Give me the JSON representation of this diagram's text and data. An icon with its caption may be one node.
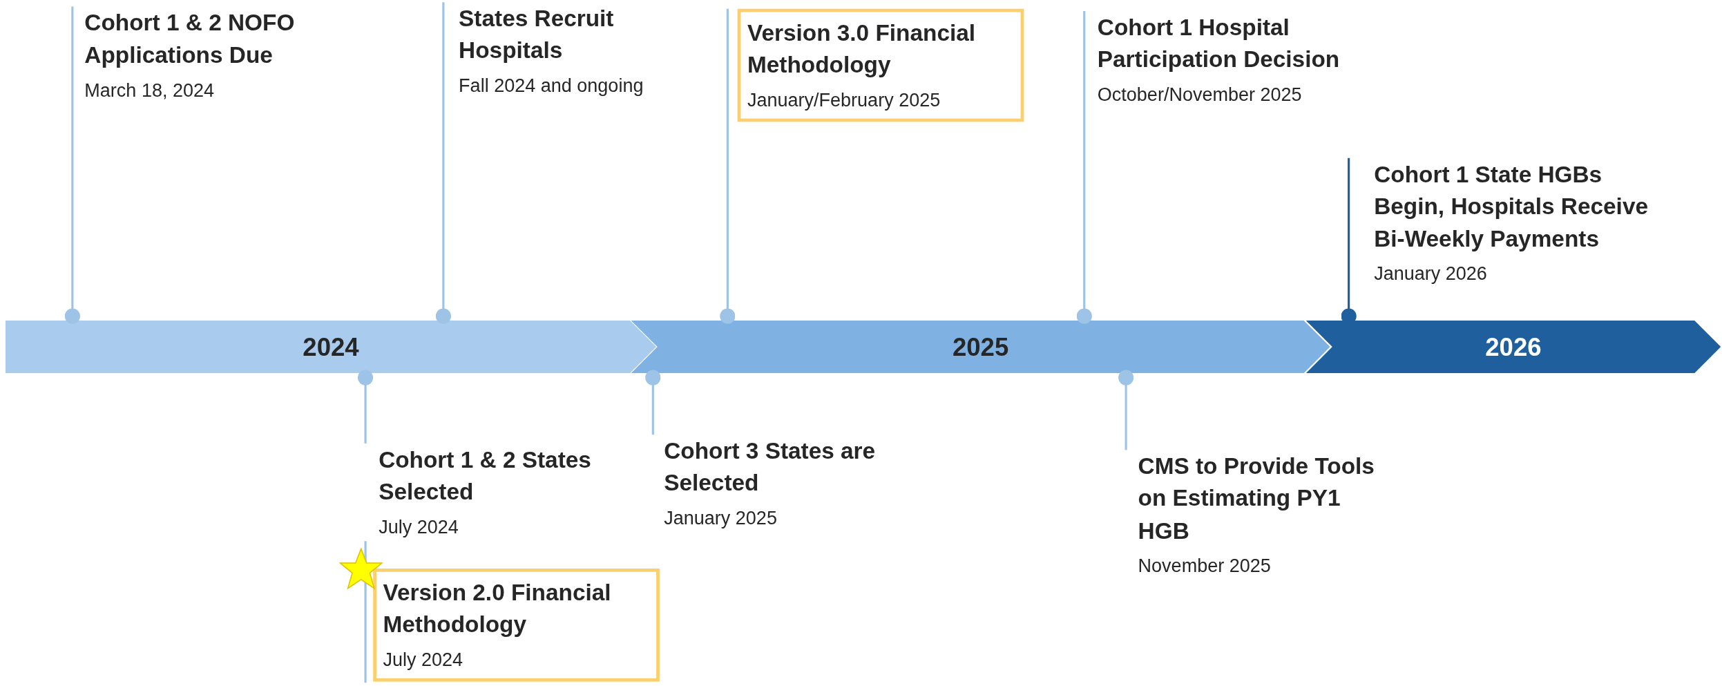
{
  "diagram": {
    "nodes": [
      {
        "text": [
          "2024"
        ]
      },
      {
        "text": [
          "2025"
        ]
      },
      {
        "text": [
          "2026"
        ]
      },
      {
        "text": [
          "Cohort 1 & 2 NOFO Applications Due",
          "March 18, 2024"
        ]
      },
      {
        "text": [
          "States Recruit Hospitals",
          "Fall 2024 and ongoing"
        ]
      },
      {
        "text": [
          "Version 3.0 Financial Methodology",
          "January/February 2025"
        ]
      },
      {
        "text": [
          "Cohort 1 Hospital Participation Decision",
          "October/November 2025"
        ]
      },
      {
        "text": [
          "Cohort 1 State HGBs Begin, Hospitals Receive Bi-Weekly Payments",
          "January 2026"
        ]
      },
      {
        "text": [
          "Cohort 1 & 2 States Selected",
          "July 2024"
        ]
      },
      {
        "text": [
          "Cohort 3 States are Selected",
          "January 2025"
        ]
      },
      {
        "text": [
          "CMS to Provide Tools on Estimating PY1 HGB",
          "November 2025"
        ]
      },
      {
        "text": [
          "Version 2.0 Financial Methodology",
          "July 2024"
        ]
      }
    ],
    "edges": [
      {
        "from": 3,
        "to": 0,
        "arrow": "other"
      },
      {
        "from": 4,
        "to": 0,
        "arrow": "other"
      },
      {
        "from": 5,
        "to": 1,
        "arrow": "other"
      },
      {
        "from": 6,
        "to": 1,
        "arrow": "other"
      },
      {
        "from": 7,
        "to": 2,
        "arrow": "other",
        "color": "#1f5f9e"
      },
      {
        "from": 8,
        "to": 0,
        "arrow": "other"
      },
      {
        "from": 9,
        "to": 1,
        "arrow": "other"
      },
      {
        "from": 10,
        "to": 1,
        "arrow": "other"
      },
      {
        "from": 11,
        "to": 8,
        "arrow": "none"
      }
    ]
  }
}
